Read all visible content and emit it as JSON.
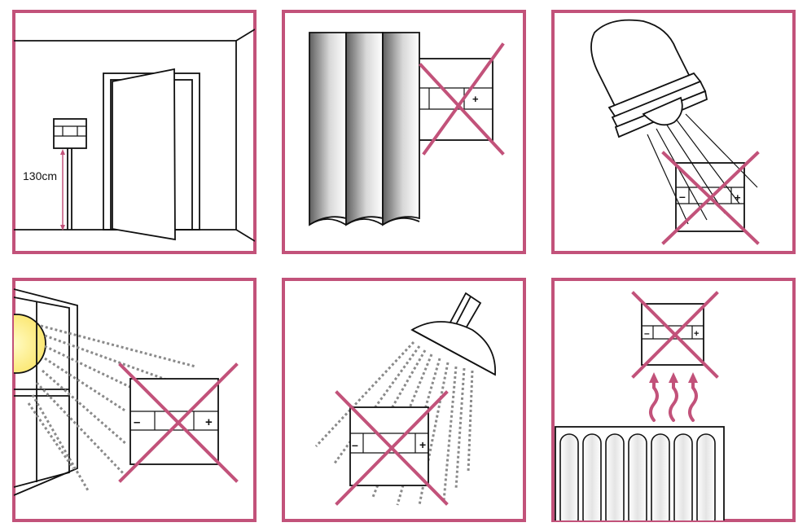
{
  "panels": [
    {
      "id": "recommended-placement",
      "height_label": "130cm"
    },
    {
      "id": "avoid-curtain"
    },
    {
      "id": "avoid-lamp"
    },
    {
      "id": "avoid-sunlight"
    },
    {
      "id": "avoid-shower-water"
    },
    {
      "id": "avoid-radiator-heat"
    }
  ],
  "thermostat": {
    "minus_label": "–",
    "plus_label": "+"
  },
  "colors": {
    "accent": "#c2527a",
    "curtain_dark": "#6e6e6e",
    "sun": "#fff37a",
    "ray": "#8a8a8a"
  }
}
